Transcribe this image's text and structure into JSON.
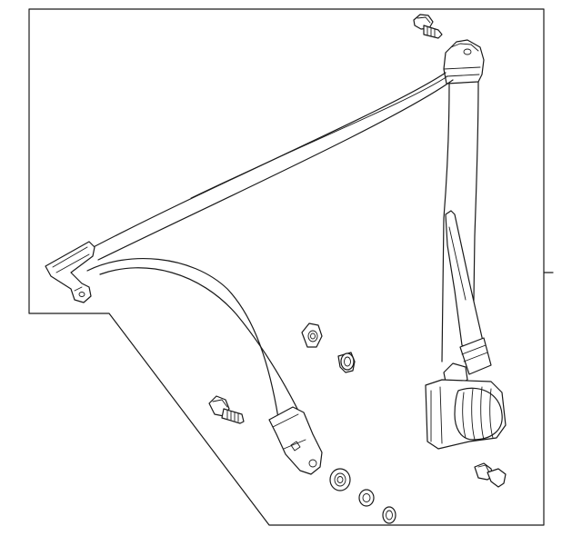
{
  "diagram": {
    "parts": [
      {
        "id": "bolt-top",
        "icon": "hex-bolt-icon"
      },
      {
        "id": "upper-anchor-bracket",
        "icon": "anchor-bracket-icon"
      },
      {
        "id": "shoulder-belt-webbing",
        "icon": "belt-webbing-icon"
      },
      {
        "id": "belt-guide-loop",
        "icon": "guide-loop-icon"
      },
      {
        "id": "lap-belt-webbing",
        "icon": "belt-webbing-icon"
      },
      {
        "id": "lap-anchor-plate",
        "icon": "anchor-plate-icon"
      },
      {
        "id": "buckle-stalk",
        "icon": "buckle-stalk-icon"
      },
      {
        "id": "retractor",
        "icon": "retractor-icon"
      },
      {
        "id": "nut-small",
        "icon": "nut-icon"
      },
      {
        "id": "clip",
        "icon": "clip-icon"
      },
      {
        "id": "bolt-left",
        "icon": "hex-bolt-icon"
      },
      {
        "id": "bolt-right",
        "icon": "hex-bolt-icon"
      },
      {
        "id": "spacer",
        "icon": "spacer-icon"
      },
      {
        "id": "washer-1",
        "icon": "washer-icon"
      },
      {
        "id": "washer-2",
        "icon": "washer-icon"
      }
    ]
  }
}
